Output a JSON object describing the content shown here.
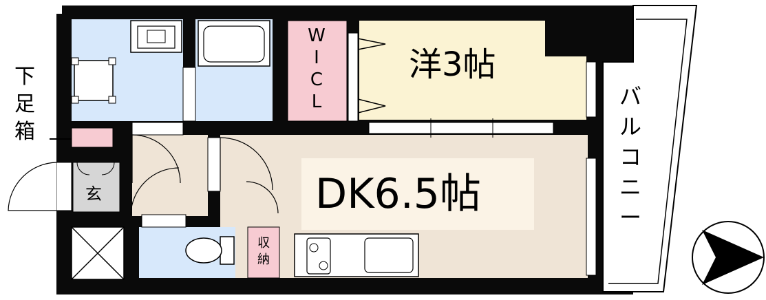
{
  "rooms": {
    "western": {
      "name": "洋",
      "size": "3帖"
    },
    "dk": {
      "label": "DK6.5帖"
    },
    "wic": {
      "chars": [
        "W",
        "I",
        "C",
        "L"
      ]
    },
    "storage": {
      "chars": [
        "収",
        "納"
      ]
    },
    "entrance": {
      "label": "玄"
    }
  },
  "labels": {
    "shoe_box": [
      "下",
      "足",
      "箱"
    ],
    "balcony": [
      "バ",
      "ル",
      "コ",
      "ニ",
      "ー"
    ]
  },
  "colors": {
    "wall": "#0a0a0a",
    "western_room": "#fbf3d3",
    "dk_floor": "#efe4d6",
    "corridor": "#efe4d6",
    "wet_area": "#d7e8fb",
    "closet_pink": "#f7cbd2",
    "entrance_gray": "#d6d6d6",
    "label_panel": "#fbf3e6"
  },
  "icons": [
    "north-arrow-icon",
    "bathtub-icon",
    "toilet-icon",
    "washbasin-icon",
    "washing-machine-icon",
    "kitchen-stove-icon",
    "kitchen-sink-icon",
    "door-swing-icon",
    "shaft-cross-icon"
  ]
}
